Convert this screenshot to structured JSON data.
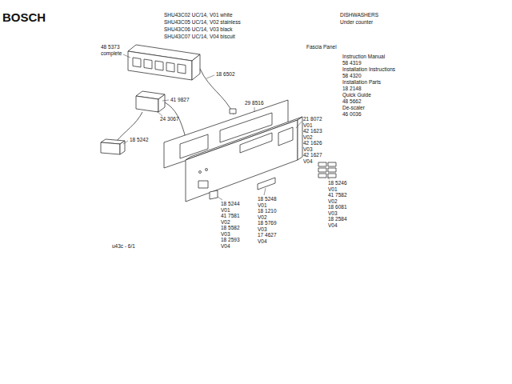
{
  "diagram": {
    "labels": [
      "BOSCH",
      "SHU43C02 UC/14,",
      "SHU43C05 UC/14,",
      "SHU43C06 UC/14,",
      "SHU43C07 UC/14,",
      "V01 white",
      "V02 stainless",
      "V03 black",
      "V04 biscuit",
      "DISHWASHERS",
      "Under counter",
      "Fascia Panel",
      "Instruction Manual",
      "58 4319",
      "Installation Instructions",
      "58 4320",
      "Installation Parts",
      "18 2148",
      "Quick Guide",
      "48 5662",
      "De-scaler",
      "46 0036",
      "48 5373",
      "complete",
      "18 6502",
      "41 9827",
      "24 3067",
      "18 5242",
      "29 8516",
      "21 8072",
      "V01",
      "42 1623",
      "V02",
      "42 1626",
      "V03",
      "42 1627",
      "V04",
      "18 5246",
      "V01",
      "41 7582",
      "V02",
      "18 6081",
      "V03",
      "18 2584",
      "V04",
      "18 5248",
      "V01",
      "18 1210",
      "V02",
      "18 5769",
      "V03",
      "17 4627",
      "V04",
      "18 5244",
      "V01",
      "41 7581",
      "V02",
      "18 5582",
      "V03",
      "18 2593",
      "V04",
      "u43c - 6/1"
    ]
  }
}
